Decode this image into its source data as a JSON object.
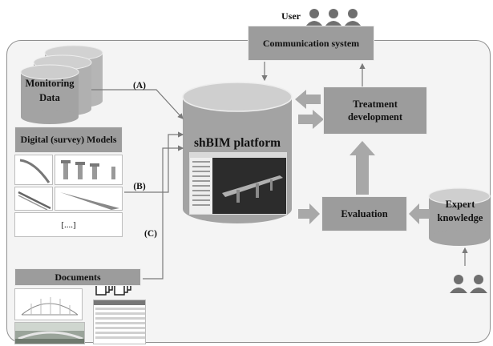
{
  "labels": {
    "user": "User",
    "communication": "Communication system",
    "monitoring": "Monitoring Data",
    "digital_models": "Digital (survey) Models",
    "ellipsis": "[....]",
    "documents": "Documents",
    "platform": "shBIM platform",
    "treatment": "Treatment development",
    "evaluation": "Evaluation",
    "expert": "Expert knowledge",
    "arrow_a": "(A)",
    "arrow_b": "(B)",
    "arrow_c": "(C)"
  },
  "colors": {
    "box": "#9c9c9c",
    "box_dark": "#7a7a7a",
    "cylinder": "#a3a3a3",
    "cylinder_top": "#c9c9c9",
    "arrow": "#a8a8a8",
    "person": "#6f6f6f",
    "panel_border": "#8f8f8f",
    "panel_bg": "#f4f4f4"
  },
  "icons": [
    "user-group-icon",
    "expert-group-icon",
    "documents-stack-icon"
  ]
}
